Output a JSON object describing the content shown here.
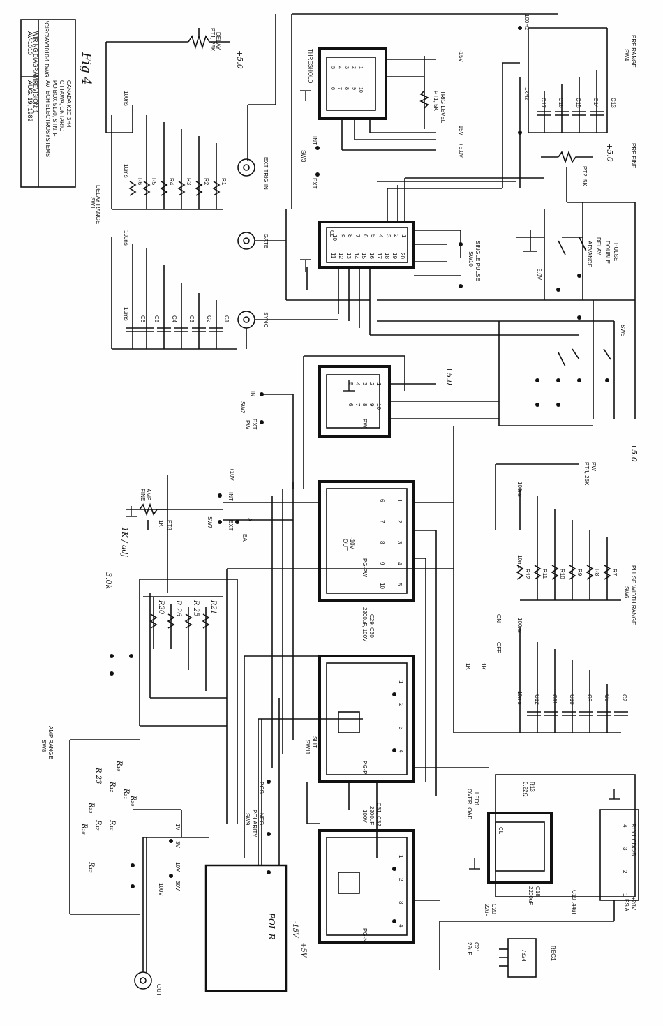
{
  "title_block": {
    "model": "AV-1010",
    "doc_type": "WIRING DIAGRAM",
    "date": "AUG. 19, 1982",
    "revision": "REVISION: 1",
    "company_lines": [
      "AVTECH ELECTROSYSTEMS",
      "PO BOX 5120, STN. F",
      "OTTAWA, ONTARIO",
      "CANADA K2C 3H4"
    ],
    "file": "\\CIRC\\AV1010-1.DWG",
    "fig": "Fig 4"
  },
  "connectors": {
    "ext_trig": "EXT TRIG IN",
    "gate": "GATE",
    "sync": "SYNC",
    "out": "OUT"
  },
  "pots": {
    "delay": [
      "DELAY",
      "PT1, 25K"
    ],
    "trig_level": [
      "TRIG LEVEL",
      "PT1, 5K"
    ],
    "prf_fine": [
      "PRF FINE",
      "PT2, 5K"
    ],
    "pw": [
      "PW",
      "PT4, 25K"
    ],
    "amp_fine": [
      "AMP",
      "FINE",
      "PT3",
      "1K"
    ]
  },
  "switches": {
    "delay_range": [
      "DELAY RANGE",
      "SW1"
    ],
    "prf_range": [
      "PRF RANGE",
      "SW4"
    ],
    "sw3": [
      "INT",
      "SW3",
      "EXT"
    ],
    "sw10": [
      "SW10",
      "SINGLE PULSE"
    ],
    "sw5": [
      "DELAY",
      "DOUBLE",
      "PULSE",
      "ADVANCE",
      "SW5"
    ],
    "sw2": [
      "INT",
      "SW2",
      "EXT",
      "PW"
    ],
    "sw7": [
      "INT",
      "SW7",
      "EXT",
      "EA",
      "A"
    ],
    "pw_range": [
      "PULSE WIDTH RANGE",
      "SW6"
    ],
    "amp_range": [
      "AMP RANGE",
      "SW8"
    ],
    "polarity": [
      "NEG",
      "POLARITY",
      "SW9",
      "POS"
    ],
    "sw11": [
      "SLIT",
      "SW11"
    ],
    "on_off": [
      "ON",
      "OFF"
    ]
  },
  "modules": {
    "threshold": "THRESHOLD",
    "cl": "CL",
    "pw": "PW",
    "pg_pw": "PG-PW",
    "pg_p": "PG-P",
    "pg_n": "PG-N",
    "reg": "7824",
    "reg_ref": "REG1",
    "relay": "RLY1 CDC-5",
    "led": [
      "LED1",
      "OVERLOAD"
    ]
  },
  "pins": {
    "threshold": [
      "1",
      "2",
      "3",
      "4",
      "5",
      "6",
      "7",
      "8",
      "9",
      "10"
    ],
    "cl": [
      "1",
      "2",
      "3",
      "4",
      "5",
      "6",
      "7",
      "8",
      "9",
      "10",
      "11",
      "12",
      "13",
      "14",
      "15",
      "16",
      "17",
      "18",
      "19",
      "20"
    ],
    "pw": [
      "1",
      "2",
      "3",
      "4",
      "5",
      "6",
      "7",
      "8",
      "9",
      "10"
    ],
    "pg": [
      "1",
      "2",
      "3",
      "4",
      "5",
      "6",
      "7",
      "8",
      "9",
      "10"
    ],
    "pgp": [
      "1",
      "2",
      "3",
      "4"
    ],
    "pgn": [
      "1",
      "2",
      "3",
      "4"
    ],
    "relay": [
      "1",
      "2",
      "3",
      "4"
    ]
  },
  "resistors": {
    "delay": [
      "R1",
      "R2",
      "R3",
      "R4",
      "R5",
      "R6"
    ],
    "pw": [
      "R7",
      "R8",
      "R9",
      "R10",
      "R11",
      "R12"
    ],
    "amp_hw": [
      "R20",
      "R 26",
      "R 25",
      "R21"
    ]
  },
  "capacitors": {
    "delay": [
      "C1",
      "C2",
      "C3",
      "C4",
      "C5",
      "C6"
    ],
    "pw": [
      "C7",
      "C8",
      "C9",
      "C10",
      "C11",
      "C12"
    ],
    "prf": [
      "C13",
      "C14",
      "C15",
      "C16",
      "C17"
    ]
  },
  "ranges": {
    "delay": [
      "100ns",
      "10ms"
    ],
    "prf": [
      "100Hz",
      "1kHz"
    ],
    "pw": [
      "100ns",
      "10ms"
    ],
    "amp": [
      "1V",
      "3V",
      "10V",
      "30V",
      "100V"
    ]
  },
  "rails": {
    "neg15": "-15V",
    "pos15": "+15V",
    "pos5": "+5.0V",
    "pos10": "+10V",
    "neg10": "-10V",
    "out_label": "OUT",
    "pos28": "+28V",
    "psa": "PS A"
  },
  "caps_misc": {
    "c23": [
      "C29, C30",
      "2200uF, 100V"
    ],
    "c31": [
      "C31, C32",
      "2200uF",
      "100V"
    ],
    "c19": "C19 .44uF",
    "c18": [
      "C18",
      "2200uF"
    ],
    "c20": [
      "C20",
      "22uF"
    ],
    "c21": [
      "C21",
      "22uF"
    ],
    "r13": [
      "R13",
      "0.22Ω"
    ],
    "r1k": [
      "1K",
      "1K"
    ]
  },
  "handwritten": {
    "fig": "Fig 4",
    "plus5": [
      "+5.0",
      "+5.0",
      "+5.0",
      "+5.0"
    ],
    "amp_pot": "1K / adj",
    "r30k": "3.0k",
    "r_notes": [
      "R₁₀",
      "R 23",
      "R₁₂",
      "R₂₁",
      "R₂₀",
      "R₂₃",
      "R₁₇",
      "R₁₆",
      "R₁₈",
      "R₁₅"
    ],
    "pol": "- POL R",
    "neg15": "-15V",
    "pos5": "+5V"
  }
}
